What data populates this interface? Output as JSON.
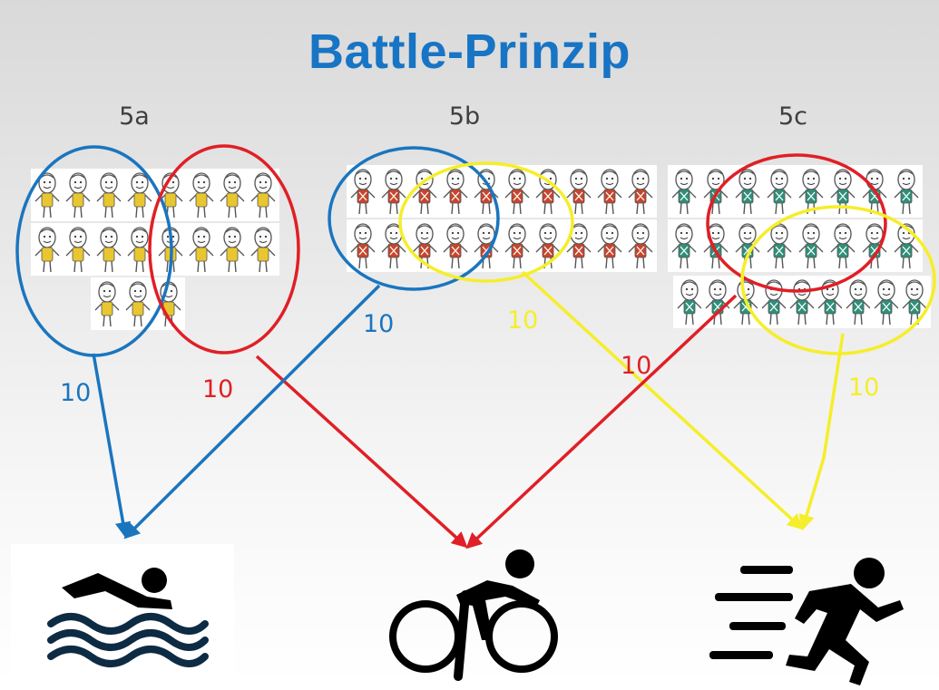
{
  "title": "Battle-Prinzip",
  "classes": [
    {
      "label": "5a",
      "shirt_color": "#e8c62f",
      "count": 19
    },
    {
      "label": "5b",
      "shirt_color": "#c8452c",
      "count": 20
    },
    {
      "label": "5c",
      "shirt_color": "#2f8f7a",
      "count": 25
    }
  ],
  "flows": [
    {
      "from": "5a",
      "group": "blue",
      "to": "swim",
      "label": "10",
      "color": "#1a75bf"
    },
    {
      "from": "5a",
      "group": "red",
      "to": "bike",
      "label": "10",
      "color": "#e01f26"
    },
    {
      "from": "5b",
      "group": "blue",
      "to": "swim",
      "label": "10",
      "color": "#1a75bf"
    },
    {
      "from": "5b",
      "group": "yellow",
      "to": "run",
      "label": "10",
      "color": "#f5ee2a"
    },
    {
      "from": "5c",
      "group": "red",
      "to": "bike",
      "label": "10",
      "color": "#e01f26"
    },
    {
      "from": "5c",
      "group": "yellow",
      "to": "run",
      "label": "10",
      "color": "#f5ee2a"
    }
  ],
  "sports": [
    {
      "id": "swim",
      "icon": "swimmer-icon"
    },
    {
      "id": "bike",
      "icon": "cyclist-icon"
    },
    {
      "id": "run",
      "icon": "runner-icon"
    }
  ],
  "colors": {
    "title": "#1874c4",
    "blue": "#1a75bf",
    "red": "#e01f26",
    "yellow": "#f5ee2a",
    "label": "#3f3f3f"
  }
}
